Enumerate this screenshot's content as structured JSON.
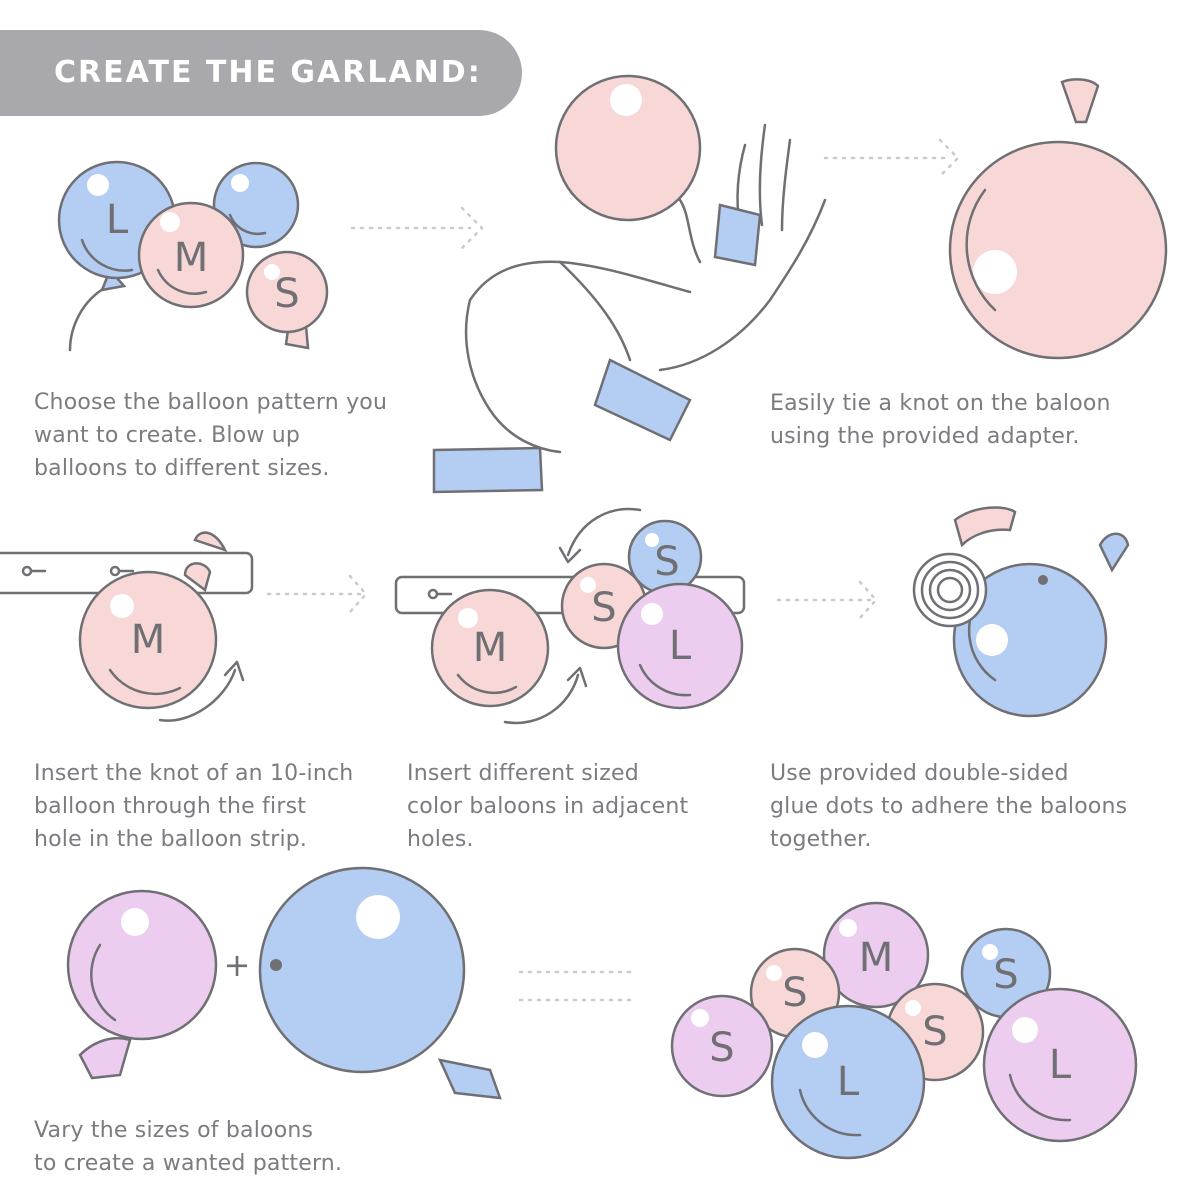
{
  "header": {
    "title": "CREATE THE GARLAND:"
  },
  "colors": {
    "pink": "#f7d8d6",
    "blue": "#b3cdf3",
    "lilac": "#eccdef",
    "outline": "#6f6f74",
    "header_bg": "#a9a8ad"
  },
  "steps": [
    {
      "lines": [
        "Choose the balloon pattern you",
        "want to create. Blow up",
        "balloons to different sizes."
      ]
    },
    {
      "lines": [
        "Easily tie a knot on the baloon",
        "using the provided adapter."
      ]
    },
    {
      "lines": [
        "Insert the knot of an 10-inch",
        "balloon through the first",
        "hole in the balloon strip."
      ]
    },
    {
      "lines": [
        "Insert different sized",
        "color baloons in adjacent",
        "holes."
      ]
    },
    {
      "lines": [
        "Use provided double-sided",
        "glue dots to adhere the baloons",
        "together."
      ]
    },
    {
      "lines": [
        "Vary the sizes of baloons",
        "to create a wanted pattern."
      ]
    }
  ],
  "letters": {
    "large": "L",
    "medium": "M",
    "small": "S"
  },
  "plus": "+"
}
